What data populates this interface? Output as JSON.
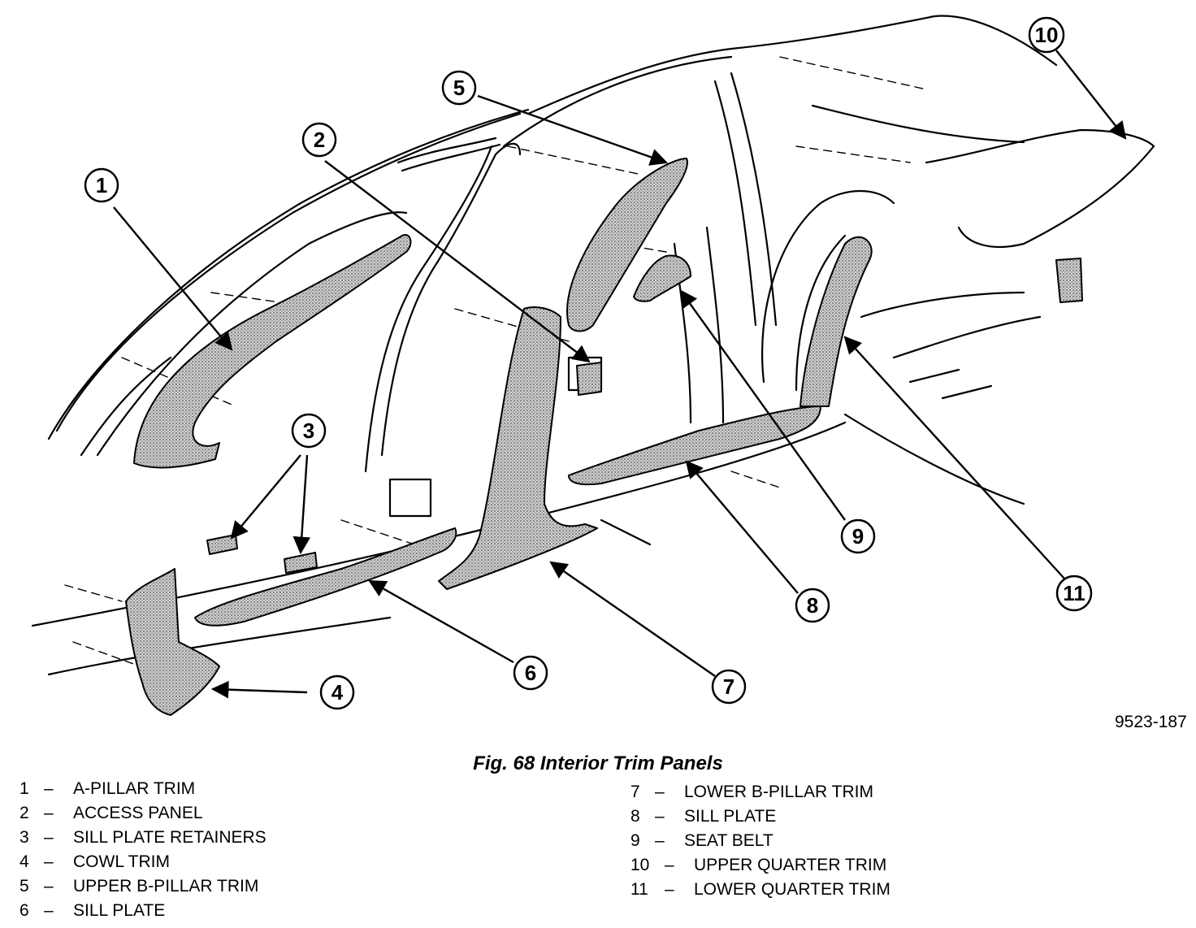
{
  "figure": {
    "id": "9523-187",
    "caption": "Fig. 68 Interior Trim Panels"
  },
  "callouts": [
    "1",
    "2",
    "3",
    "4",
    "5",
    "6",
    "7",
    "8",
    "9",
    "10",
    "11"
  ],
  "legend": {
    "left": [
      {
        "num": "1",
        "label": "A-PILLAR TRIM"
      },
      {
        "num": "2",
        "label": "ACCESS PANEL"
      },
      {
        "num": "3",
        "label": "SILL PLATE RETAINERS"
      },
      {
        "num": "4",
        "label": "COWL TRIM"
      },
      {
        "num": "5",
        "label": "UPPER B-PILLAR TRIM"
      },
      {
        "num": "6",
        "label": "SILL PLATE"
      }
    ],
    "right": [
      {
        "num": "7",
        "label": "LOWER B-PILLAR TRIM"
      },
      {
        "num": "8",
        "label": "SILL PLATE"
      },
      {
        "num": "9",
        "label": "SEAT BELT"
      },
      {
        "num": "10",
        "label": "UPPER QUARTER TRIM"
      },
      {
        "num": "11",
        "label": "LOWER QUARTER TRIM"
      }
    ],
    "dash": "–"
  },
  "colors": {
    "ink": "#000000",
    "shade": "#9a9a9a",
    "paper": "#ffffff"
  }
}
